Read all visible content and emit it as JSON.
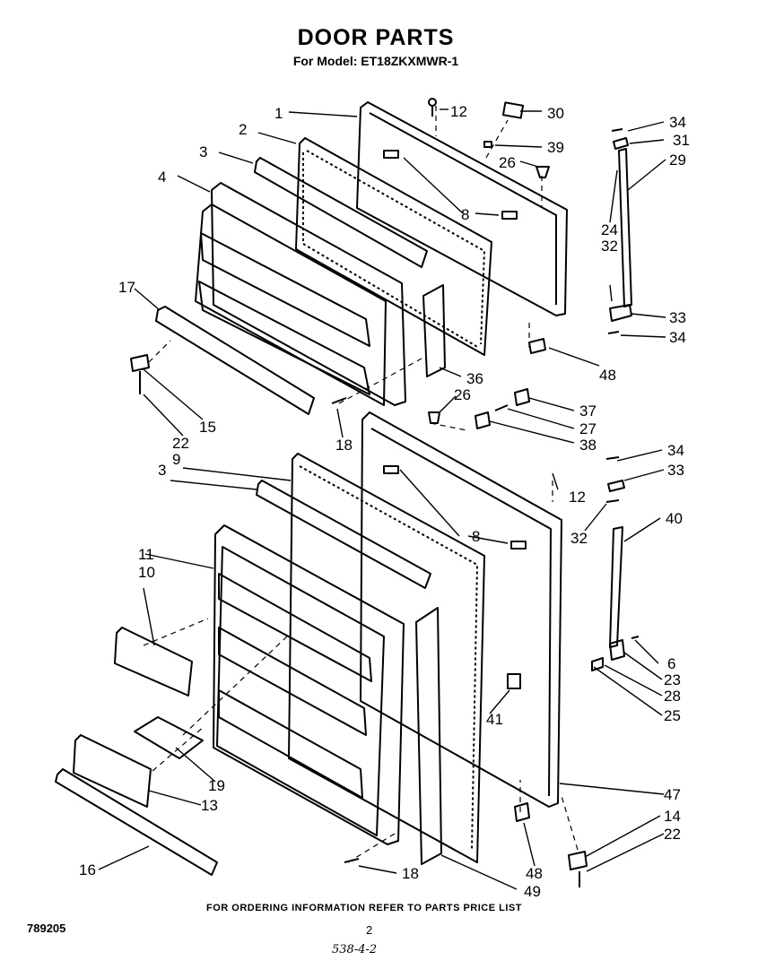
{
  "header": {
    "title": "DOOR PARTS",
    "model_line": "For Model: ET18ZKXMWR-1"
  },
  "footer": {
    "ordering_note": "FOR ORDERING INFORMATION REFER TO PARTS PRICE LIST",
    "doc_code": "789205",
    "page_number": "2",
    "handwritten_mark": "538-4-2"
  },
  "callouts": [
    "1",
    "2",
    "3",
    "4",
    "12",
    "30",
    "39",
    "26",
    "8",
    "34",
    "31",
    "29",
    "24",
    "32",
    "33",
    "34",
    "48",
    "17",
    "36",
    "15",
    "22",
    "18",
    "26",
    "37",
    "27",
    "38",
    "3",
    "9",
    "34",
    "33",
    "12",
    "8",
    "32",
    "40",
    "11",
    "10",
    "6",
    "23",
    "28",
    "25",
    "41",
    "19",
    "13",
    "47",
    "14",
    "22",
    "16",
    "18",
    "48",
    "49"
  ]
}
